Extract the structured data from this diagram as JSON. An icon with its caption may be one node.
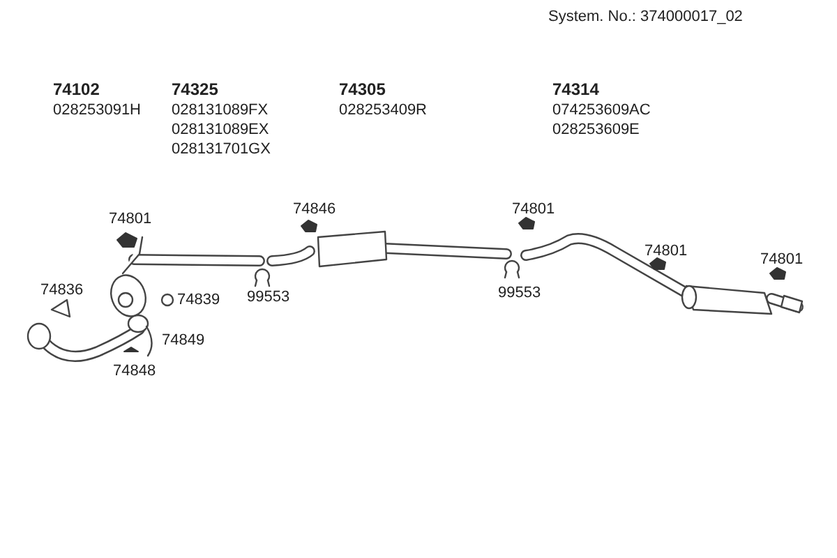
{
  "diagram": {
    "labels": [
      "System. No.: 374000017_02",
      "74102",
      "028253091H",
      "74325",
      "028131089FX",
      "028131089EX",
      "028131701GX",
      "74305",
      "028253409R",
      "74314",
      "074253609AC",
      "028253609E",
      "74801",
      "74846",
      "74801",
      "74801",
      "74801",
      "74836",
      "74839",
      "99553",
      "99553",
      "74849",
      "74848"
    ]
  }
}
